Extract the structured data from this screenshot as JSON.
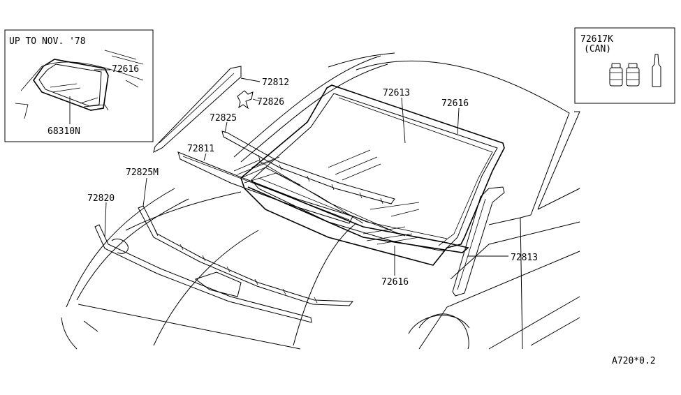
{
  "inset_early": {
    "title": "UP TO NOV. '78",
    "labels": [
      "72616",
      "68310N"
    ]
  },
  "inset_sealant": {
    "title_line1": "72617K",
    "title_line2": "(CAN)"
  },
  "parts": {
    "p72812": "72812",
    "p72826": "72826",
    "p72825": "72825",
    "p72811": "72811",
    "p72825M": "72825M",
    "p72820": "72820",
    "p72613": "72613",
    "p72616_top": "72616",
    "p72616_bottom": "72616",
    "p72813": "72813"
  },
  "footer_code": "A720*0.2"
}
